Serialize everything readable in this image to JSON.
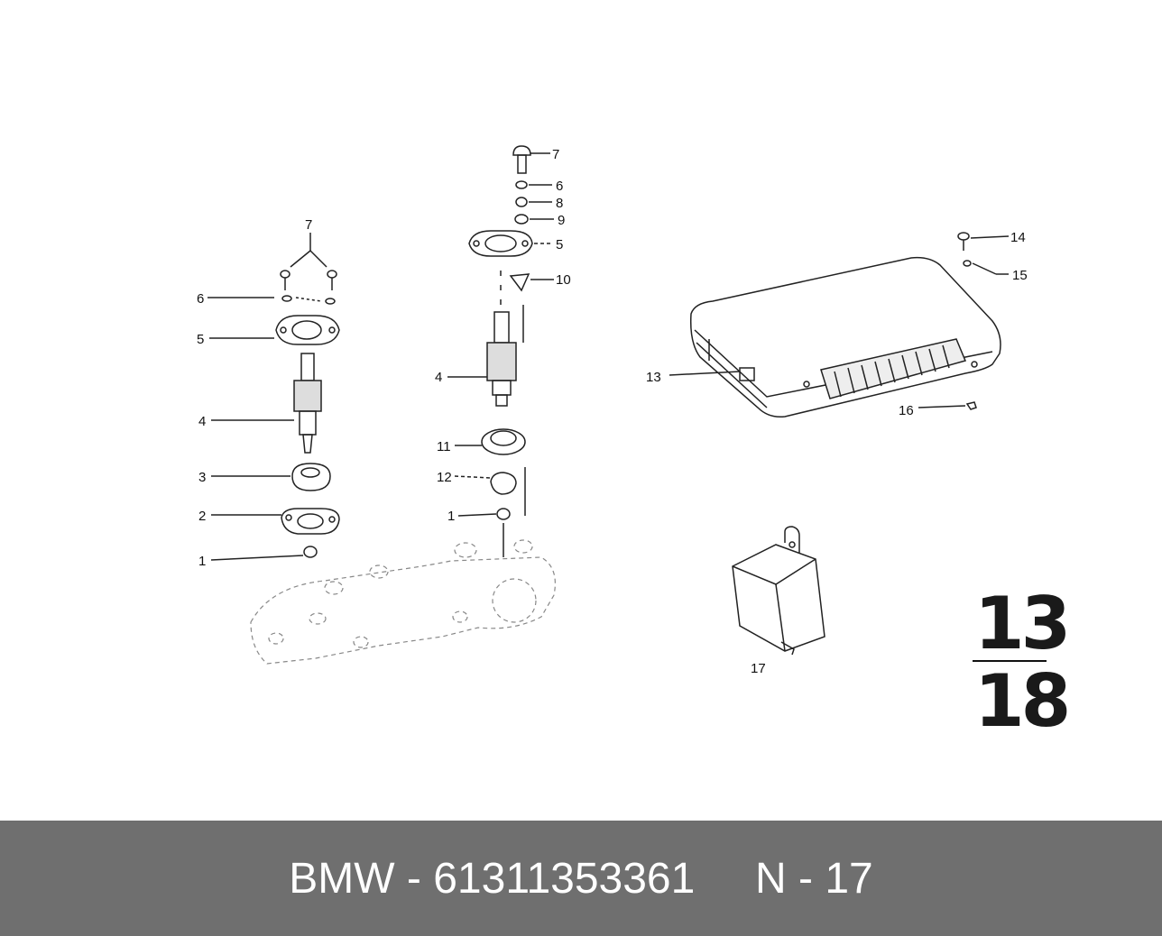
{
  "diagram": {
    "callouts_left": [
      "7",
      "6",
      "5",
      "4",
      "3",
      "2",
      "1"
    ],
    "callouts_center": [
      "7",
      "6",
      "8",
      "9",
      "5",
      "10",
      "4",
      "11",
      "12",
      "1"
    ],
    "callouts_right": [
      "14",
      "15",
      "13",
      "16",
      "17"
    ],
    "sheet_number_top": "13",
    "sheet_number_bottom": "18"
  },
  "footer": {
    "brand": "BMW",
    "separator": " - ",
    "part_number": "61311353361",
    "gap": "     ",
    "position_label": "N - 17",
    "background": "#6f6f6f",
    "text_color": "#ffffff"
  }
}
